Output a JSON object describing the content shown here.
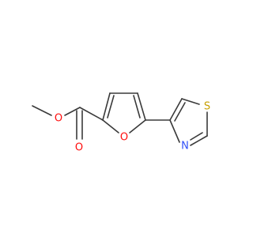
{
  "molecule": {
    "atoms": [
      {
        "id": "o_ester",
        "symbol": "O",
        "color": "#ff0d0d"
      },
      {
        "id": "o_carbonyl",
        "symbol": "O",
        "color": "#ff0d0d"
      },
      {
        "id": "o_furan",
        "symbol": "O",
        "color": "#ff0d0d"
      },
      {
        "id": "n_thiazole",
        "symbol": "N",
        "color": "#3050f8"
      },
      {
        "id": "s_thiazole",
        "symbol": "S",
        "color": "#c8a000"
      }
    ],
    "bond_color": "#3a3a3a"
  }
}
